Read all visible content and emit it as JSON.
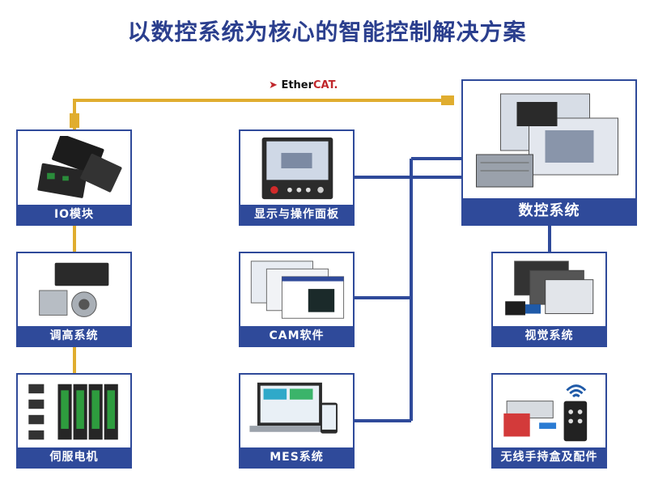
{
  "title": "以数控系统为核心的智能控制解决方案",
  "bus_label": {
    "prefix": "Ether",
    "suffix": "CAT."
  },
  "nodes": {
    "io": "IO模块",
    "hmi": "显示与操作面板",
    "cnc": "数控系统",
    "height": "调高系统",
    "cam": "CAM软件",
    "vision": "视觉系统",
    "servo": "伺服电机",
    "mes": "MES系统",
    "wireless": "无线手持盒及配件"
  },
  "colors": {
    "accent": "#2f4a9a",
    "bus": "#e0ad2f",
    "title": "#2b3f8e"
  }
}
